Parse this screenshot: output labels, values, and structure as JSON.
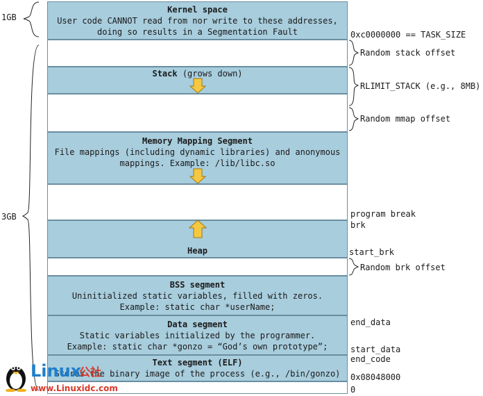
{
  "left_labels": {
    "kernel_size": "1GB",
    "user_size": "3GB"
  },
  "segments": {
    "kernel": {
      "title": "Kernel space",
      "lines": [
        "User code CANNOT read from nor write to these addresses,",
        "doing so results in a Segmentation Fault"
      ]
    },
    "stack": {
      "title": "Stack",
      "note": " (grows down)"
    },
    "mmap": {
      "title": "Memory Mapping Segment",
      "lines": [
        "File mappings (including dynamic libraries) and anonymous",
        "mappings. Example: /lib/libc.so"
      ]
    },
    "heap": {
      "title": "Heap"
    },
    "bss": {
      "title": "BSS segment",
      "lines": [
        "Uninitialized static variables, filled with zeros.",
        "Example: static char *userName;"
      ]
    },
    "data": {
      "title": "Data segment",
      "lines": [
        "Static variables initialized by the programmer.",
        "Example: static char *gonzo = “God’s own prototype”;"
      ]
    },
    "text": {
      "title": "Text segment (ELF)",
      "lines": [
        "Stores the binary image of the process (e.g., /bin/gonzo)"
      ]
    }
  },
  "right_labels": {
    "task_size": "0xc0000000 == TASK_SIZE",
    "random_stack": "Random stack offset",
    "rlimit": "RLIMIT_STACK (e.g., 8MB)",
    "random_mmap": "Random mmap offset",
    "program_break": "program break",
    "brk": "brk",
    "start_brk": "start_brk",
    "random_brk": "Random brk offset",
    "end_data": "end_data",
    "start_data": "start_data",
    "end_code": "end_code",
    "text_start": "0x08048000",
    "zero": "0"
  },
  "watermark": {
    "brand": "Linux",
    "cn": "公社",
    "url": "www.Linuxidc.com"
  },
  "colors": {
    "segment_fill": "#a8cddd",
    "border": "#6a8ea0",
    "arrow_fill": "#f5c842",
    "brand": "#1e7fcc",
    "url": "#d43a2a"
  },
  "icons": {
    "arrow_down": "arrow-down-icon",
    "arrow_up": "arrow-up-icon",
    "brace": "curly-brace-icon"
  }
}
